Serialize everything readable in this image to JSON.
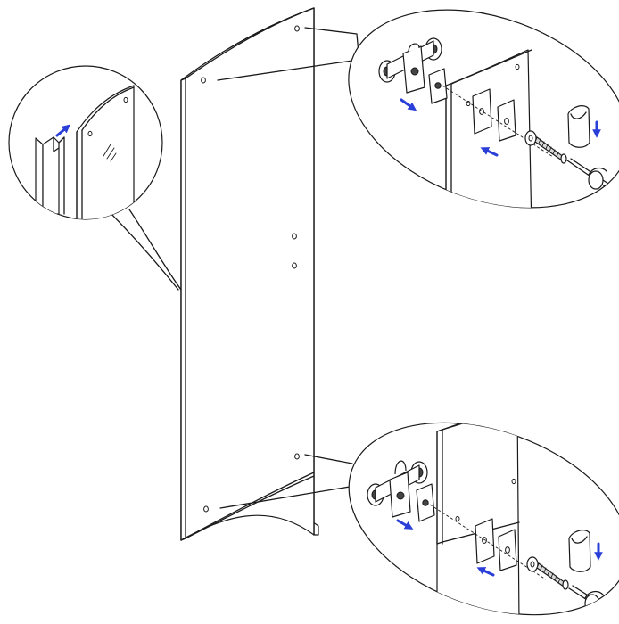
{
  "colors": {
    "line": "#1a1a1a",
    "background": "#ffffff",
    "arrow": "#2a3fd8",
    "hardware_fill": "#d9d9d9"
  },
  "figure": {
    "type": "assembly-instruction",
    "panel": "curved-glass-door-panel",
    "panel_holes": 6,
    "callouts": [
      "edge-seal-detail",
      "top-hinge-detail",
      "bottom-hinge-detail"
    ],
    "icons": [
      "arrow-icon",
      "screw-icon",
      "washer-icon",
      "cap-icon",
      "screwdriver-icon",
      "hinge-icon",
      "seal-strip-icon"
    ]
  }
}
